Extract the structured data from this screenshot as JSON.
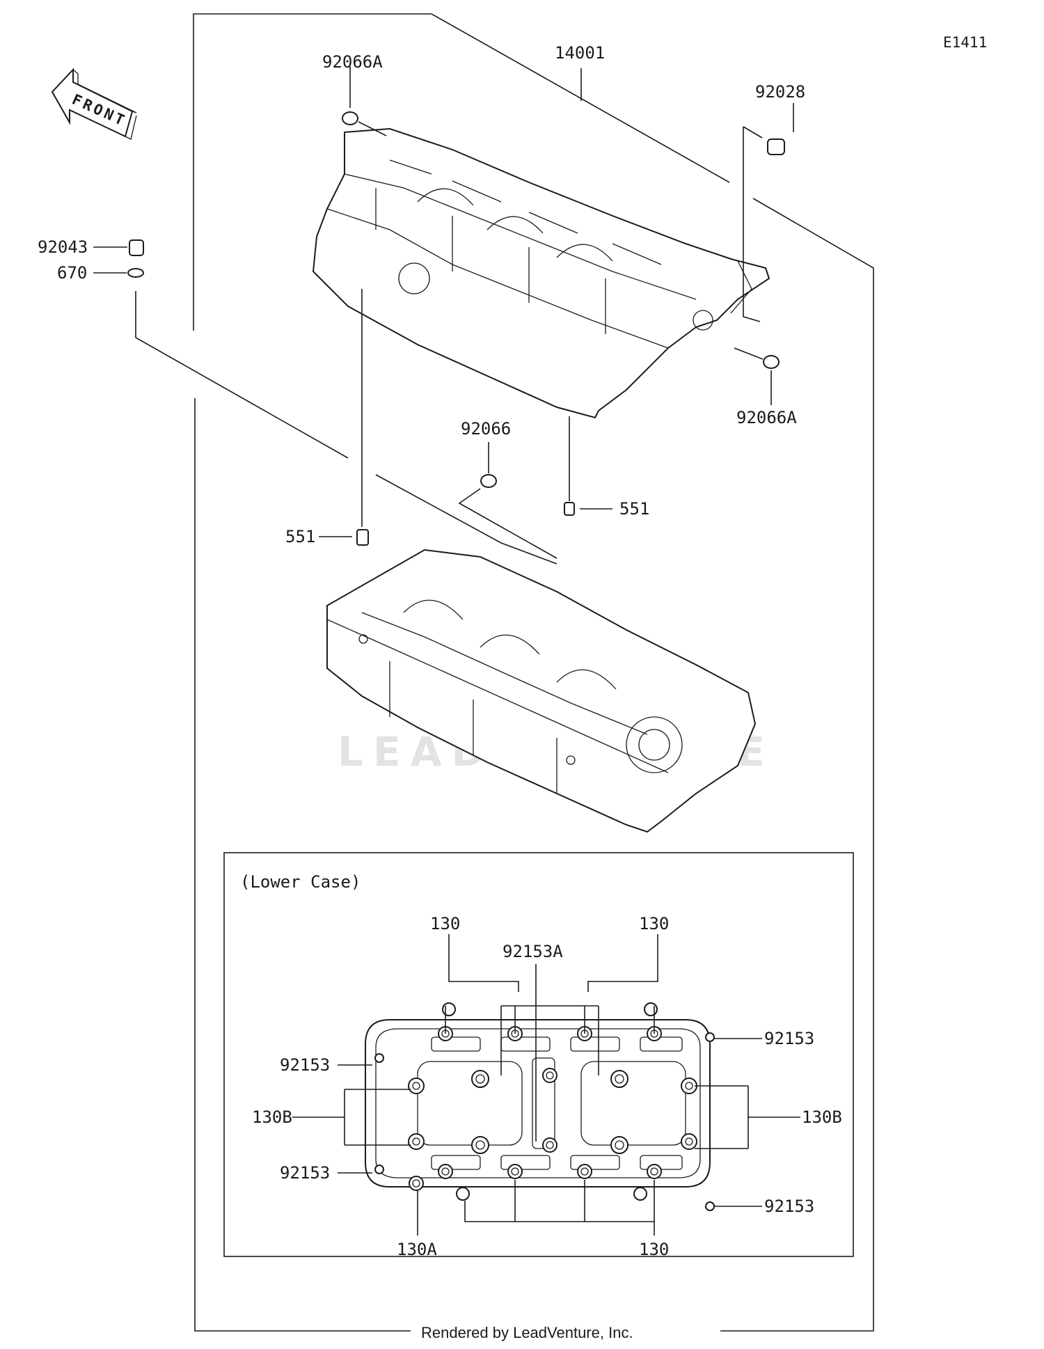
{
  "diagram_id": "E1411",
  "front_arrow_label": "FRONT",
  "watermark": "LEADVENTURE",
  "footer": "Rendered by LeadVenture, Inc.",
  "inset_title": "(Lower Case)",
  "callouts": {
    "c14001": "14001",
    "c92066A_top": "92066A",
    "c92028": "92028",
    "c92066A_right": "92066A",
    "c92043": "92043",
    "c670": "670",
    "c92066": "92066",
    "c551_right": "551",
    "c551_left": "551",
    "c130_top_left": "130",
    "c92153A": "92153A",
    "c130_top_right": "130",
    "c92153_top_left": "92153",
    "c92153_top_right": "92153",
    "c130B_left": "130B",
    "c130B_right": "130B",
    "c92153_bottom_left": "92153",
    "c92153_bottom_right": "92153",
    "c130A": "130A",
    "c130_bottom": "130"
  }
}
